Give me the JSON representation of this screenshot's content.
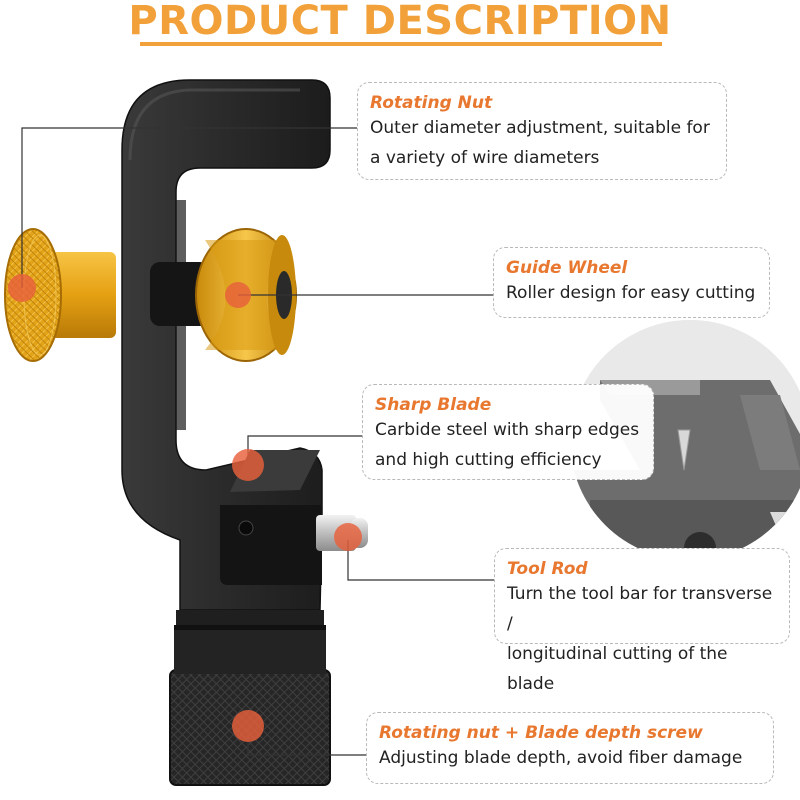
{
  "header": {
    "title": "PRODUCT DESCRIPTION"
  },
  "callouts": [
    {
      "title": "Rotating Nut",
      "lines": [
        "Outer diameter adjustment, suitable for",
        "a variety of wire diameters"
      ]
    },
    {
      "title": "Guide Wheel",
      "lines": [
        "Roller design for easy cutting"
      ]
    },
    {
      "title": "Sharp Blade",
      "lines": [
        "Carbide steel with sharp edges",
        "and high cutting efficiency"
      ]
    },
    {
      "title": "Tool Rod",
      "lines": [
        "Turn the tool bar for transverse /",
        "longitudinal cutting of the blade"
      ]
    },
    {
      "title": "Rotating nut + Blade depth screw",
      "lines": [
        "Adjusting blade depth, avoid fiber damage"
      ]
    }
  ],
  "colors": {
    "accent": "#F2A13A",
    "callout_title": "#E8782F",
    "marker": "#E8603C",
    "tool_body": "#2b2b2b",
    "gold": "#E0A015"
  }
}
